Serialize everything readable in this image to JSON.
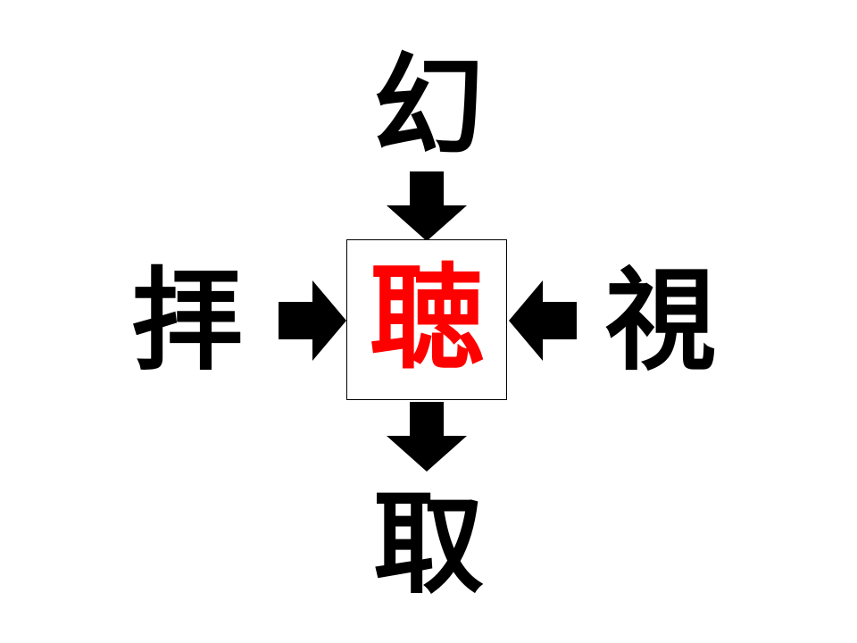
{
  "puzzle": {
    "top": "幻",
    "left": "拝",
    "right": "視",
    "bottom": "取",
    "answer": "聴"
  },
  "colors": {
    "text": "#000000",
    "answer": "#ff0000",
    "arrow": "#000000"
  },
  "icons": {
    "top_arrow": "arrow-down-icon",
    "left_arrow": "arrow-right-icon",
    "right_arrow": "arrow-left-icon",
    "bottom_arrow": "arrow-down-icon"
  }
}
